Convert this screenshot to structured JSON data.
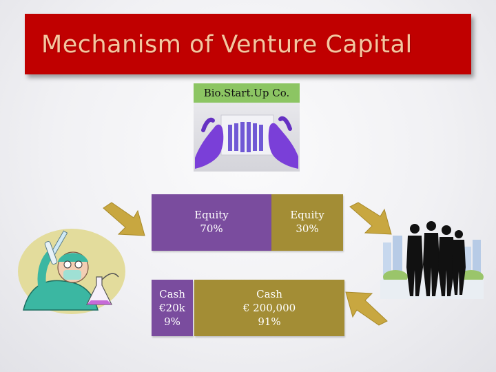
{
  "title": "Mechanism of Venture Capital",
  "company": {
    "label": "Bio.Start.Up Co."
  },
  "founder_equity": {
    "label": "Equity",
    "value": "70%"
  },
  "vc_equity": {
    "label": "Equity",
    "value": "30%"
  },
  "founder_cash": {
    "label": "Cash",
    "amount": "€20k",
    "share": "9%"
  },
  "vc_cash": {
    "label": "Cash",
    "amount": "€ 200,000",
    "share": "91%"
  },
  "colors": {
    "title_bg": "#c00000",
    "title_text": "#f4c7a0",
    "company_label_bg": "#8cc563",
    "founder_box": "#7a4c9e",
    "vc_box": "#a38d35",
    "arrow": "#c8a740"
  },
  "icons": [
    "scientist-clipart",
    "lab-gloves-photo",
    "investors-clipart",
    "arrow-icon"
  ]
}
